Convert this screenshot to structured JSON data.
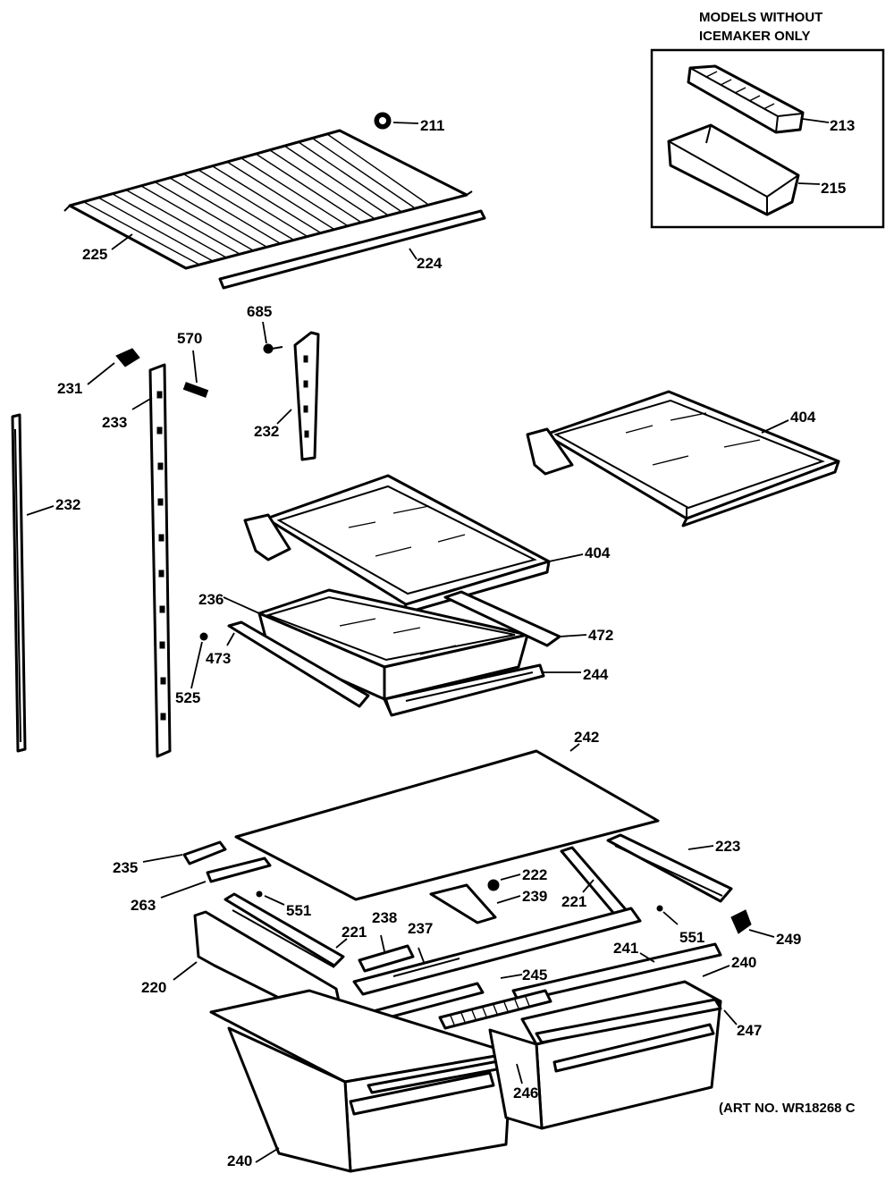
{
  "inset": {
    "header_line1": "MODELS WITHOUT",
    "header_line2": "ICEMAKER ONLY"
  },
  "art_number": "(ART NO. WR18268 C",
  "callouts": {
    "c211": "211",
    "c213": "213",
    "c215": "215",
    "c225": "225",
    "c224": "224",
    "c685": "685",
    "c570": "570",
    "c231": "231",
    "c233": "233",
    "c232a": "232",
    "c232b": "232",
    "c404a": "404",
    "c404b": "404",
    "c236": "236",
    "c472": "472",
    "c473": "473",
    "c244": "244",
    "c525": "525",
    "c242": "242",
    "c223": "223",
    "c235": "235",
    "c222": "222",
    "c263": "263",
    "c239": "239",
    "c221a": "221",
    "c551a": "551",
    "c551b": "551",
    "c249": "249",
    "c238": "238",
    "c237": "237",
    "c221b": "221",
    "c241": "241",
    "c240a": "240",
    "c220": "220",
    "c245": "245",
    "c247": "247",
    "c246": "246",
    "c240b": "240"
  }
}
